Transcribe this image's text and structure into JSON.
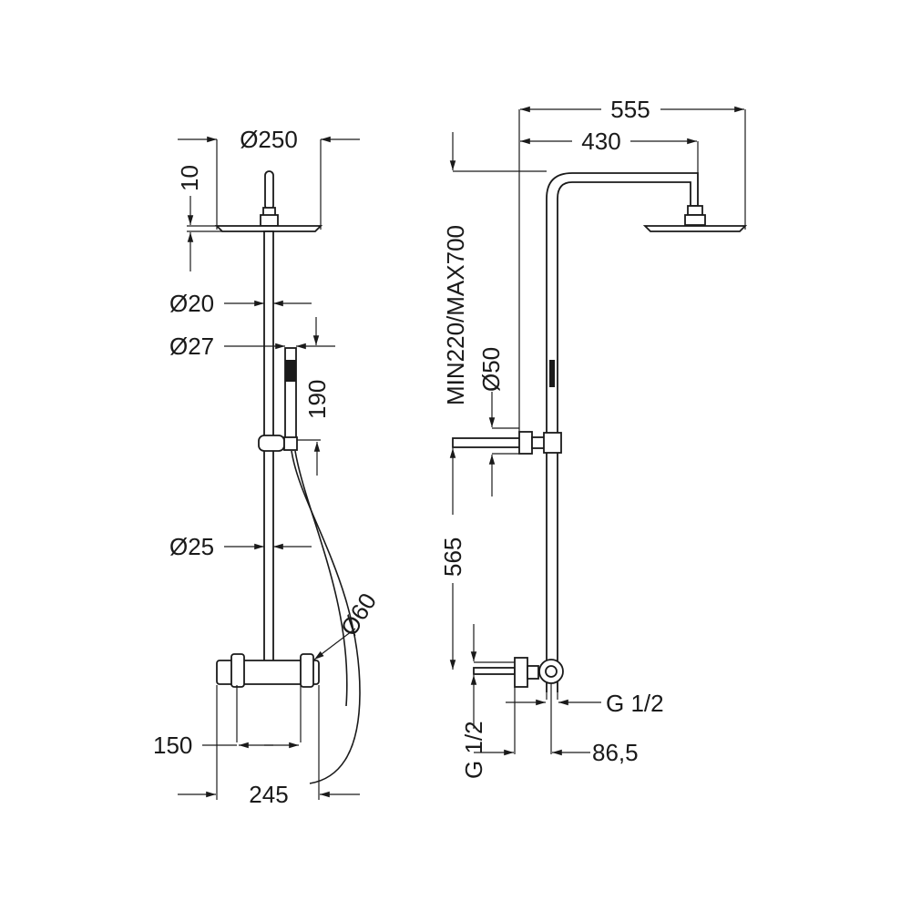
{
  "title": "Shower system technical drawing",
  "colors": {
    "line": "#1a1a1a",
    "background": "#ffffff"
  },
  "front_view": {
    "head_diameter": "Ø250",
    "head_thickness": "10",
    "upper_pipe_diameter": "Ø20",
    "hand_shower_diameter": "Ø27",
    "hand_shower_length": "190",
    "lower_pipe_diameter": "Ø25",
    "hose_diameter": "Ø60",
    "inlet_spacing": "150",
    "mixer_width": "245"
  },
  "side_view": {
    "overall_reach": "555",
    "arm_reach": "430",
    "height_range": "MIN220/MAX700",
    "diverter_diameter": "Ø50",
    "pipe_height": "565",
    "inlet_thread_left": "G 1/2",
    "outlet_thread": "G 1/2",
    "wall_offset": "86,5"
  }
}
